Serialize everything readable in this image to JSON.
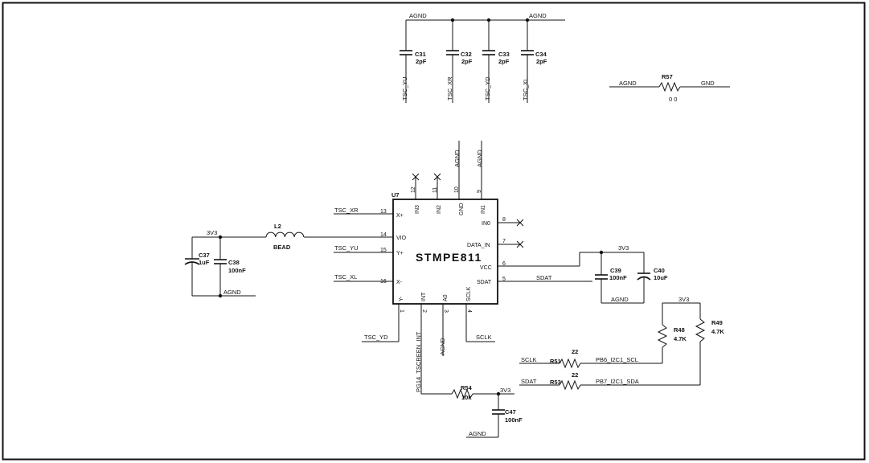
{
  "nets": {
    "agnd": "AGND",
    "gnd": "GND",
    "v33": "3V3",
    "tsc_xr": "TSC_XR",
    "tsc_yu": "TSC_YU",
    "tsc_xl": "TSC_XL",
    "tsc_yd": "TSC_YD",
    "sdat": "SDAT",
    "sclk": "SCLK",
    "pg14": "PG14_TSCREEN_INT",
    "pb6": "PB6_I2C1_SCL",
    "pb7": "PB7_I2C1_SDA"
  },
  "chip": {
    "ref": "U7",
    "name": "STMPE811",
    "pins_left": [
      {
        "num": "13",
        "name": "X+"
      },
      {
        "num": "14",
        "name": "VIO"
      },
      {
        "num": "15",
        "name": "Y+"
      },
      {
        "num": "16",
        "name": "X-"
      }
    ],
    "pins_top": [
      {
        "num": "12",
        "name": "IN3"
      },
      {
        "num": "11",
        "name": "IN2"
      },
      {
        "num": "10",
        "name": "GND"
      },
      {
        "num": "9",
        "name": "IN1"
      }
    ],
    "pins_right": [
      {
        "num": "8",
        "name": "IN0"
      },
      {
        "num": "7",
        "name": "DATA_IN"
      },
      {
        "num": "6",
        "name": "VCC"
      },
      {
        "num": "5",
        "name": "SDAT"
      }
    ],
    "pins_bottom": [
      {
        "num": "1",
        "name": "Y-"
      },
      {
        "num": "2",
        "name": "INT"
      },
      {
        "num": "3",
        "name": "A0"
      },
      {
        "num": "4",
        "name": "SCLK"
      }
    ]
  },
  "components": {
    "c31": {
      "ref": "C31",
      "value": "2pF"
    },
    "c32": {
      "ref": "C32",
      "value": "2pF"
    },
    "c33": {
      "ref": "C33",
      "value": "2pF"
    },
    "c34": {
      "ref": "C34",
      "value": "2pF"
    },
    "r57": {
      "ref": "R57",
      "value": "0  0"
    },
    "l2": {
      "ref": "L2",
      "value": "BEAD"
    },
    "c37": {
      "ref": "C37",
      "value": "1uF"
    },
    "c38": {
      "ref": "C38",
      "value": "100nF"
    },
    "c39": {
      "ref": "C39",
      "value": "100nF"
    },
    "c40": {
      "ref": "C40",
      "value": "10uF"
    },
    "r48": {
      "ref": "R48",
      "value": "4.7K"
    },
    "r49": {
      "ref": "R49",
      "value": "4.7K"
    },
    "r51": {
      "ref": "R51",
      "value": "22"
    },
    "r53": {
      "ref": "R53",
      "value": "22"
    },
    "r54": {
      "ref": "R54",
      "value": "10k"
    },
    "c47": {
      "ref": "C47",
      "value": "100nF"
    }
  }
}
